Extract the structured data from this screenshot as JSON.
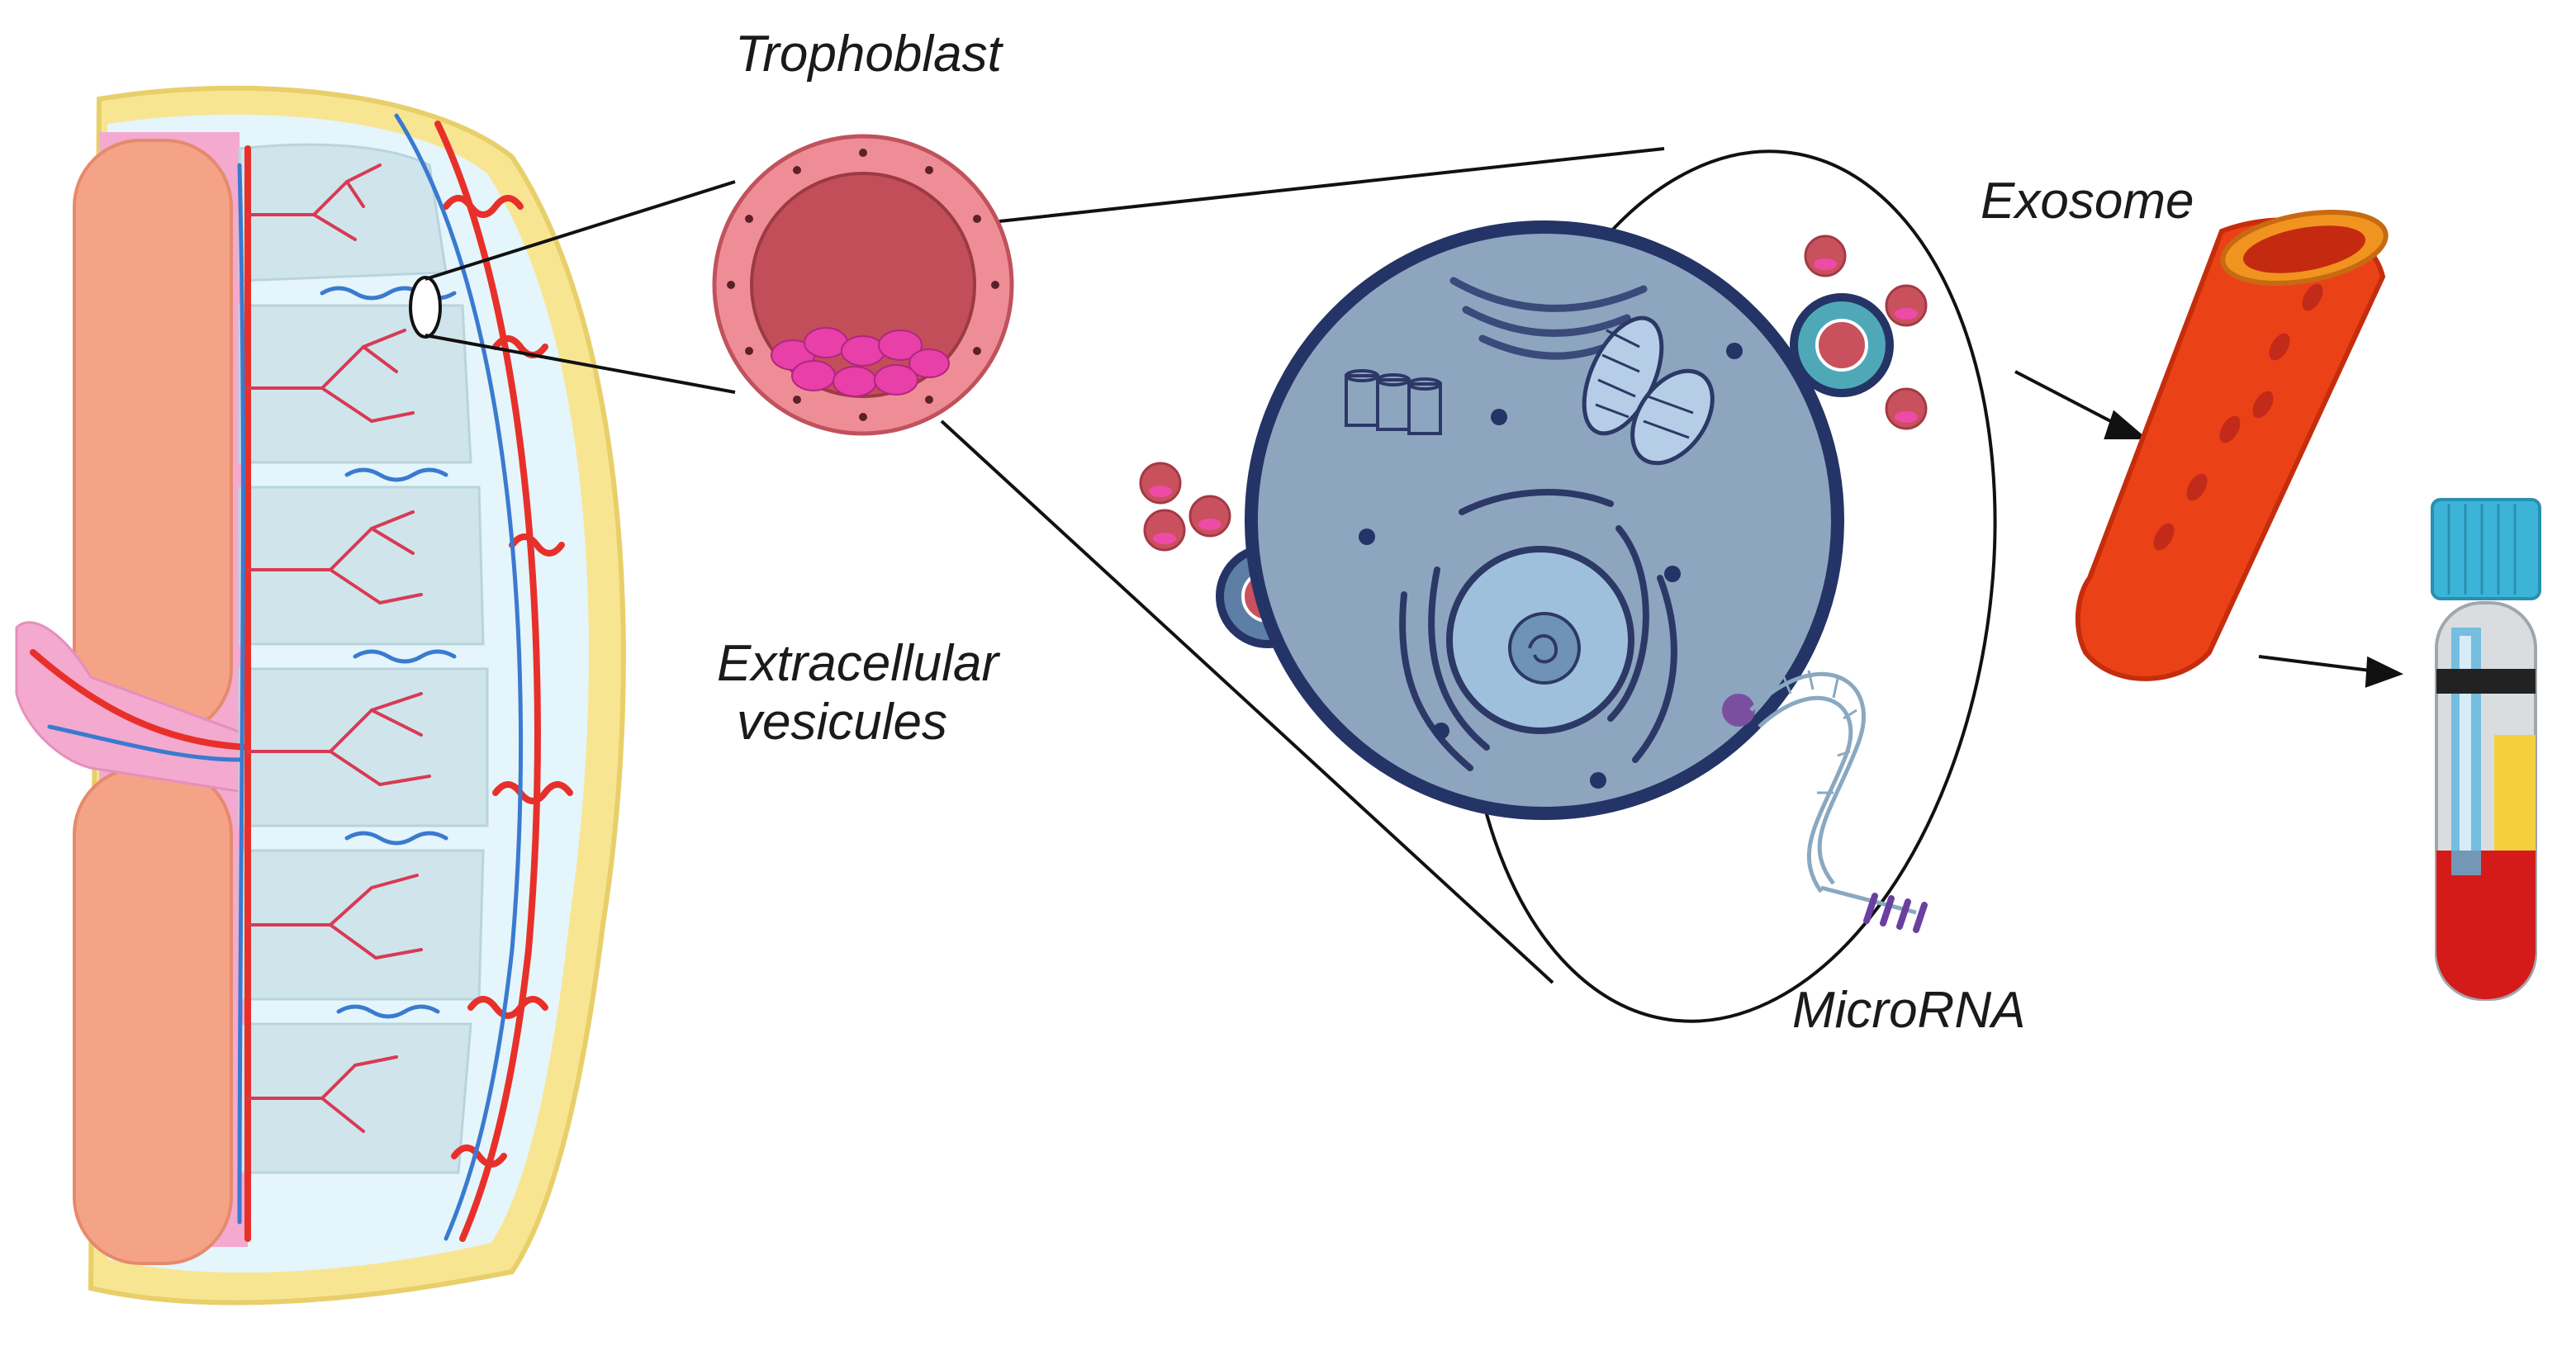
{
  "labels": {
    "trophoblast": "Trophoblast",
    "extracellular_line1": "Extracellular",
    "extracellular_line2": "vesicules",
    "exosome": "Exosome",
    "microrna": "MicroRNA"
  },
  "colors": {
    "uterine_tissue": "#f5a286",
    "placenta_pink": "#f2a6cf",
    "villi": "#cfe4ea",
    "maternal_vessel": "#e8302a",
    "fetal_vessel": "#3a7ad0",
    "outer_membrane": "#f7e08c",
    "trophoblast_ring": "#e97f88",
    "cell_body": "#8da4bf",
    "cell_outline": "#243466",
    "exosome": "#c8515d",
    "blood_vessel": "#ea3a18",
    "tube_cap": "#3cb4d8",
    "tube_blood": "#d51a1a",
    "tube_yellow": "#f5cf3c"
  },
  "icons": [
    "placenta-cross-section",
    "trophoblast-villus",
    "cell",
    "mitochondria",
    "nucleus",
    "rna-strand",
    "blood-vessel",
    "blood-tube"
  ]
}
